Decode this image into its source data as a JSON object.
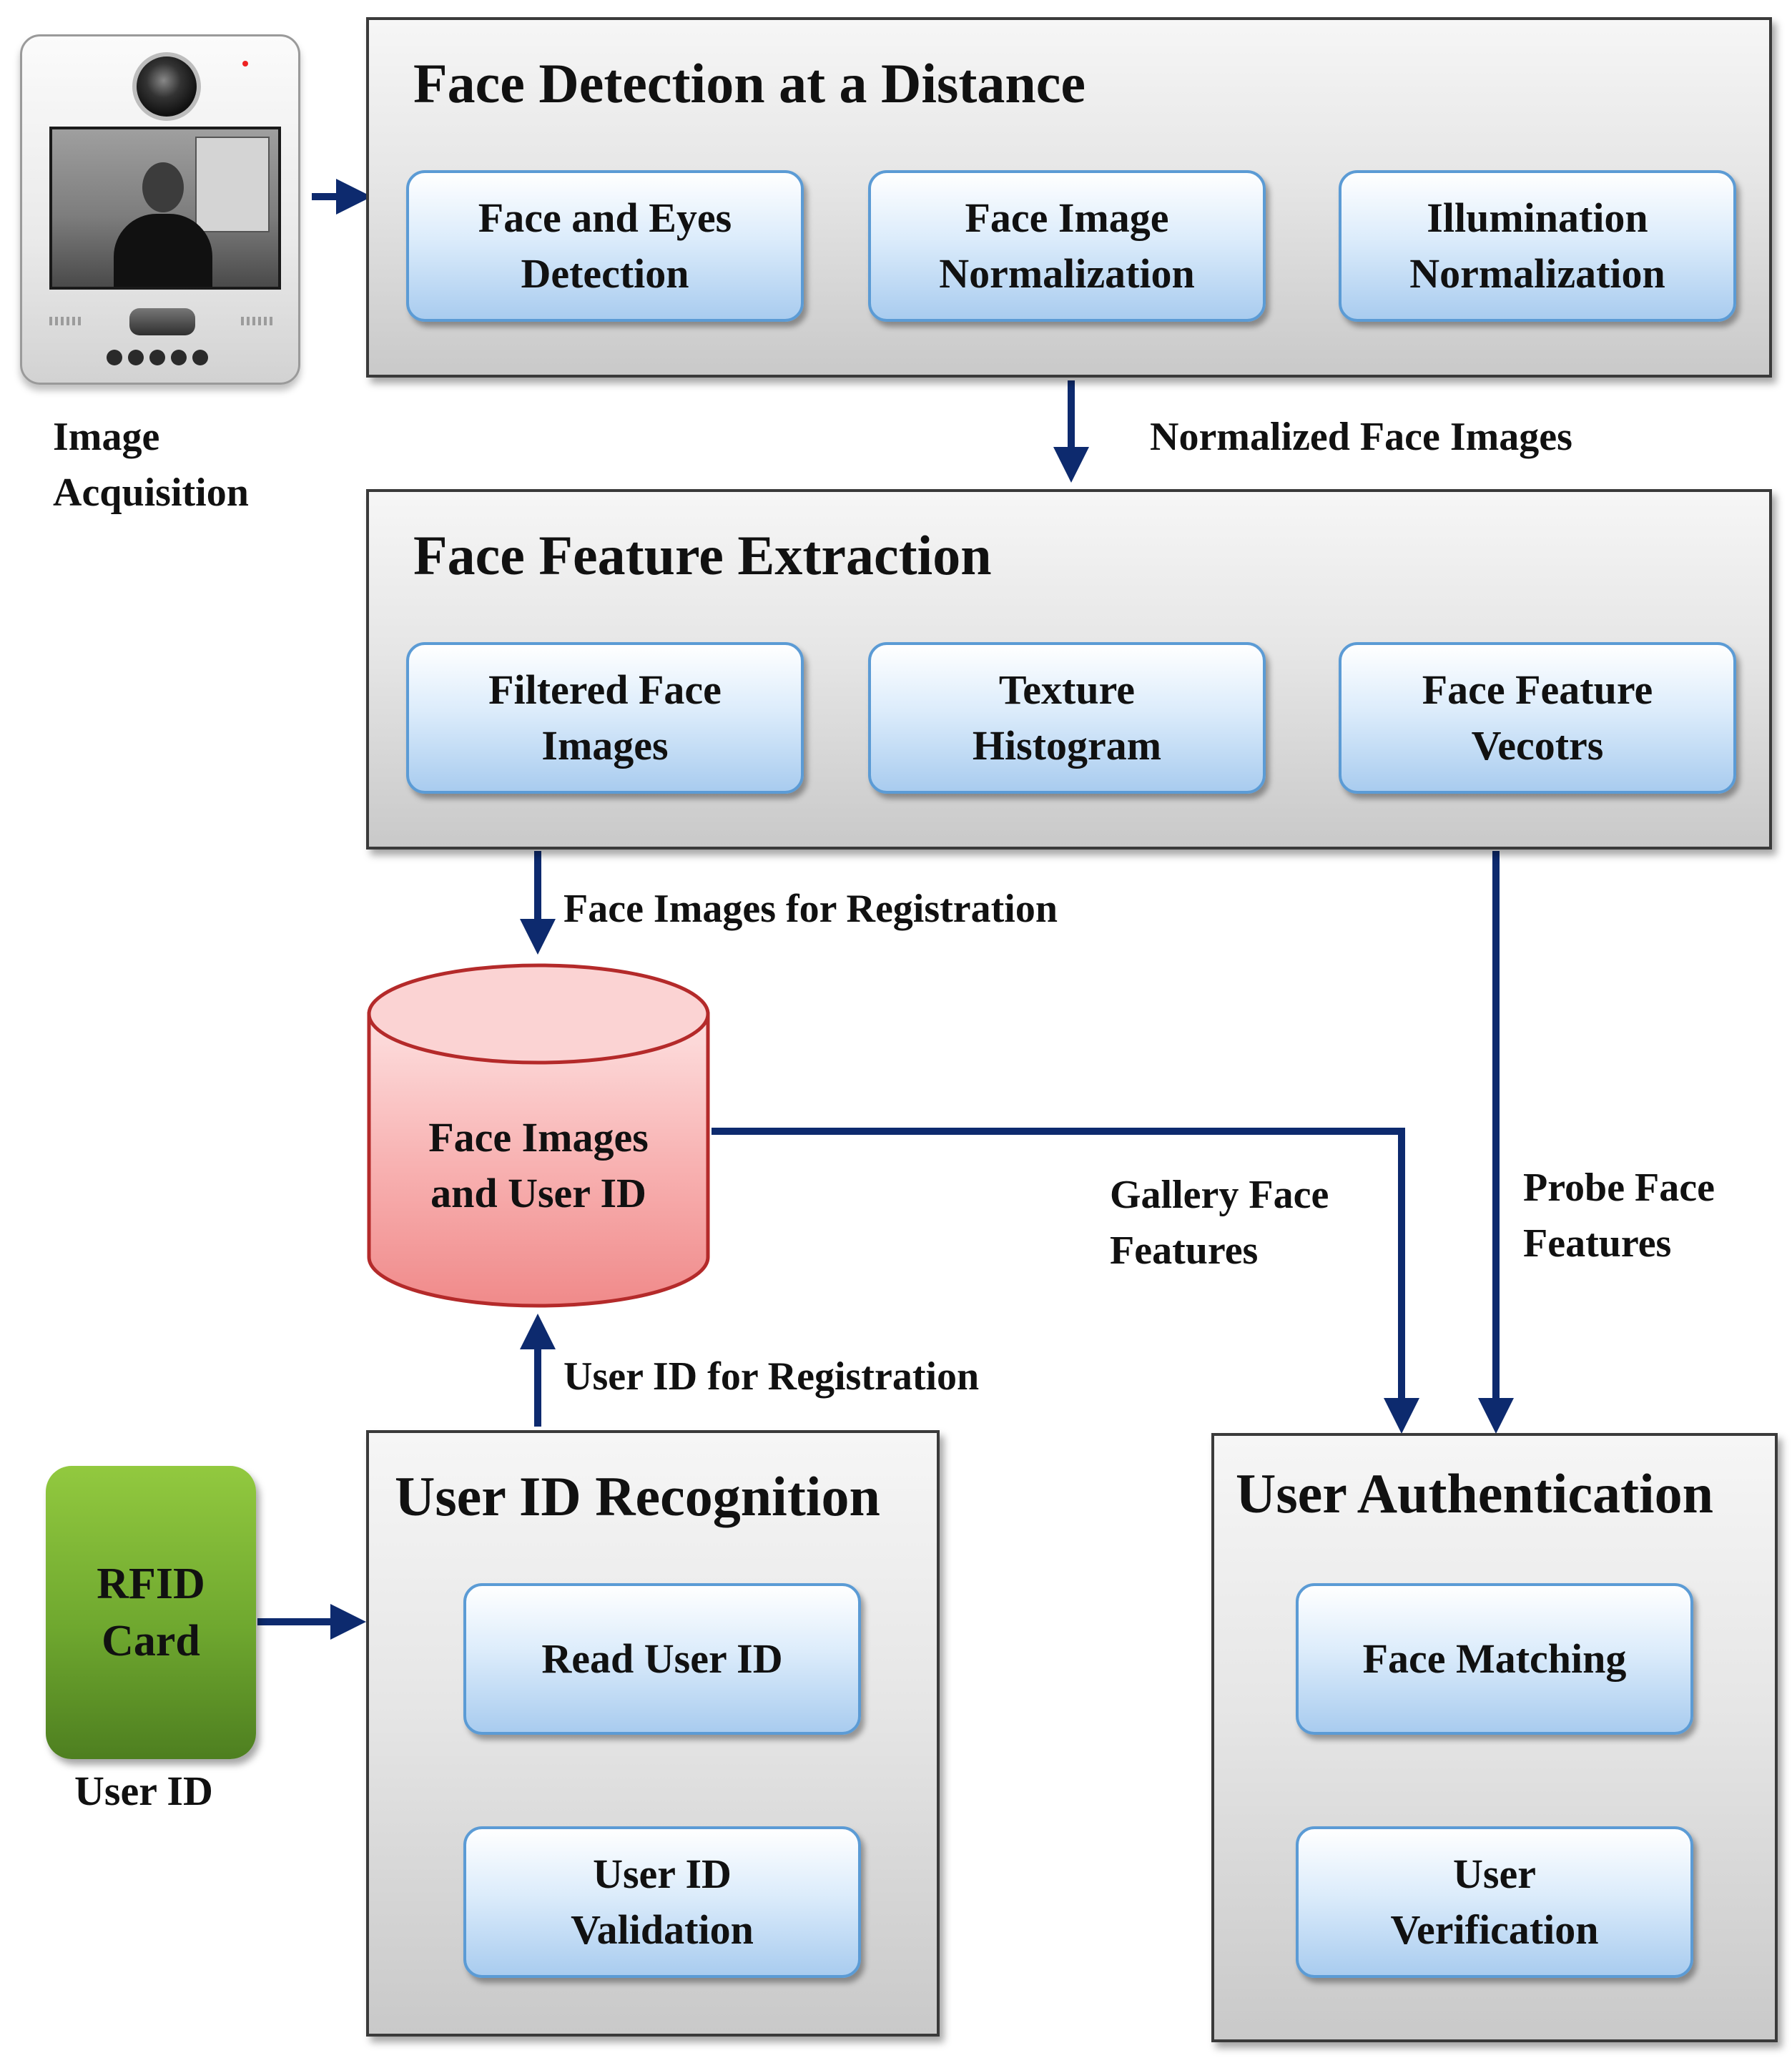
{
  "image_acquisition": {
    "label_line1": "Image",
    "label_line2": "Acquisition",
    "device_icon": "face-camera-terminal-icon"
  },
  "face_detection": {
    "title": "Face Detection at a Distance",
    "steps": [
      {
        "line1": "Face and Eyes",
        "line2": "Detection"
      },
      {
        "line1": "Face Image",
        "line2": "Normalization"
      },
      {
        "line1": "Illumination",
        "line2": "Normalization"
      }
    ]
  },
  "normalized_label": "Normalized  Face Images",
  "feature_extraction": {
    "title": "Face Feature Extraction",
    "steps": [
      {
        "line1": "Filtered Face",
        "line2": "Images"
      },
      {
        "line1": "Texture",
        "line2": "Histogram"
      },
      {
        "line1": "Face Feature",
        "line2": "Vecotrs"
      }
    ]
  },
  "registration_label": "Face Images  for Registration",
  "database": {
    "line1": "Face Images",
    "line2": "and User ID"
  },
  "gallery_label": {
    "line1": "Gallery  Face",
    "line2": "Features"
  },
  "probe_label": {
    "line1": "Probe Face",
    "line2": "Features"
  },
  "user_id_registration_label": "User ID  for Registration",
  "rfid": {
    "line1": "RFID",
    "line2": "Card",
    "caption": "User ID"
  },
  "user_id_recognition": {
    "title": "User ID Recognition",
    "steps": [
      {
        "line1": "Read User ID"
      },
      {
        "line1": "User ID",
        "line2": "Validation"
      }
    ]
  },
  "user_authentication": {
    "title": "User Authentication",
    "steps": [
      {
        "line1": "Face Matching"
      },
      {
        "line1": "User",
        "line2": "Verification"
      }
    ]
  },
  "colors": {
    "arrow_dark": "#0d2a6e",
    "arrow_light": "#3d86c6",
    "database_fill": "#f7a8a8",
    "rfid_fill": "#7ab83a"
  }
}
